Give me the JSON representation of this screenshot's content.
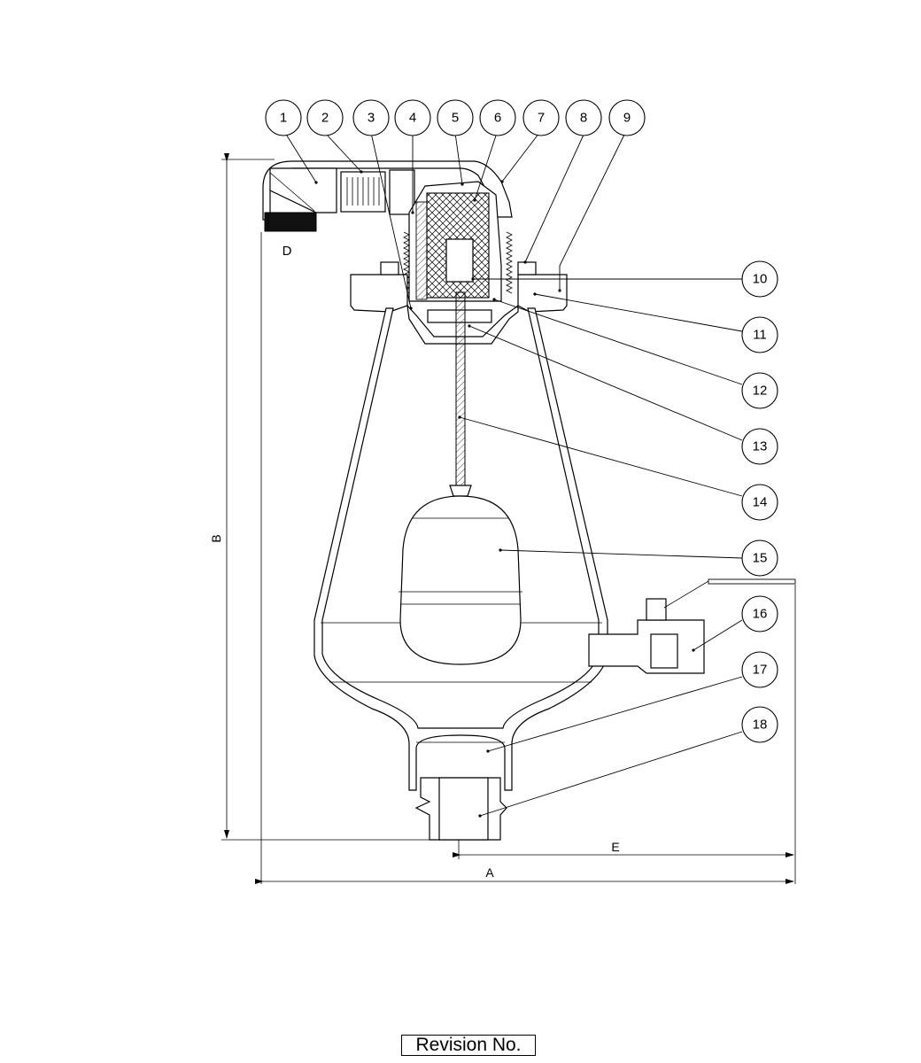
{
  "balloons": [
    {
      "n": "1"
    },
    {
      "n": "2"
    },
    {
      "n": "3"
    },
    {
      "n": "4"
    },
    {
      "n": "5"
    },
    {
      "n": "6"
    },
    {
      "n": "7"
    },
    {
      "n": "8"
    },
    {
      "n": "9"
    },
    {
      "n": "10"
    },
    {
      "n": "11"
    },
    {
      "n": "12"
    },
    {
      "n": "13"
    },
    {
      "n": "14"
    },
    {
      "n": "15"
    },
    {
      "n": "16"
    },
    {
      "n": "17"
    },
    {
      "n": "18"
    }
  ],
  "dimensions": {
    "a": "A",
    "b": "B",
    "d": "D",
    "e": "E"
  },
  "footer": {
    "revision": "Revision No."
  }
}
